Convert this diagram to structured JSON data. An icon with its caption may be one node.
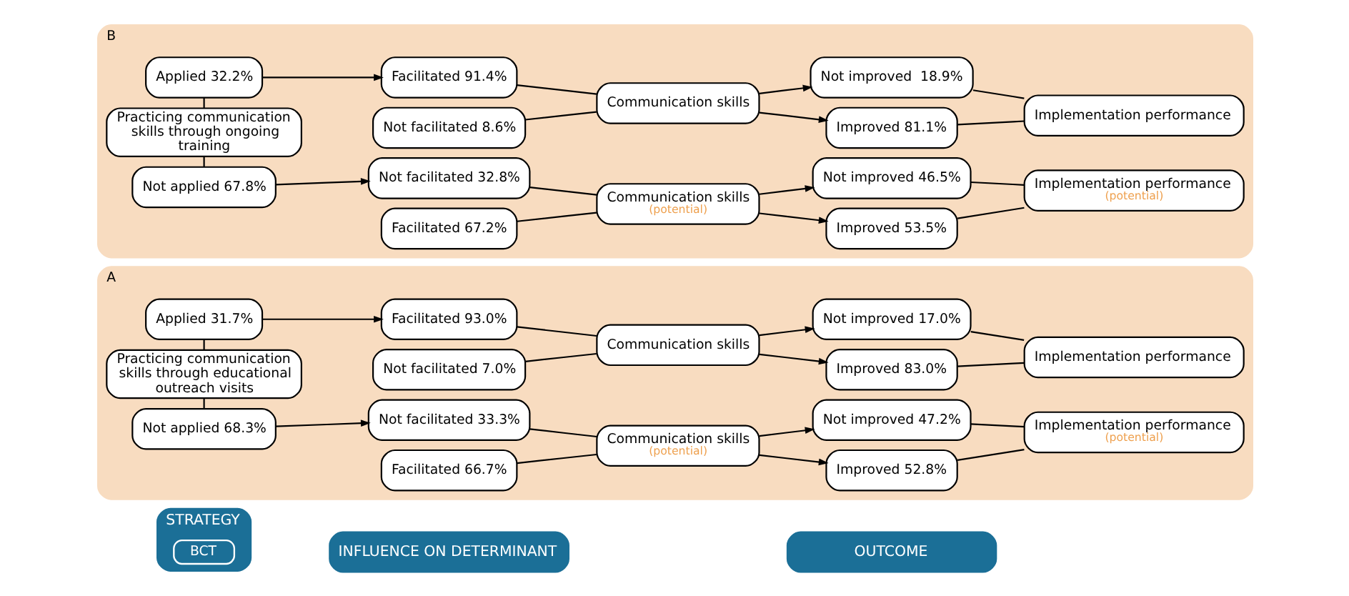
{
  "diagram": {
    "nodes": [
      {
        "text": [
          "STRATEGY"
        ]
      },
      {
        "text": [
          "BCT"
        ],
        "in": 0
      },
      {
        "text": [
          "INFLUENCE ON DETERMINANT"
        ]
      },
      {
        "text": [
          "OUTCOME"
        ]
      },
      {
        "text": [
          "A"
        ]
      },
      {
        "text": [
          "Applied 31.7%"
        ],
        "in": 4
      },
      {
        "text": [
          "Practicing communication skills through educational outreach visits"
        ],
        "in": 4
      },
      {
        "text": [
          "Not applied 68.3%"
        ],
        "in": 4
      },
      {
        "text": [
          "Facilitated 93.0%"
        ],
        "in": 4
      },
      {
        "text": [
          "Not facilitated 7.0%"
        ],
        "in": 4
      },
      {
        "text": [
          "Communication skills"
        ],
        "in": 4
      },
      {
        "text": [
          "Facilitated 66.7%"
        ],
        "in": 4
      },
      {
        "text": [
          "Not facilitated 33.3%"
        ],
        "in": 4
      },
      {
        "text": [
          "Communication skills",
          "(potential)"
        ],
        "in": 4
      },
      {
        "text": [
          "Improved 83.0%"
        ],
        "in": 4
      },
      {
        "text": [
          "Not improved 17.0%"
        ],
        "in": 4
      },
      {
        "text": [
          "Implementation performance"
        ],
        "in": 4
      },
      {
        "text": [
          "Improved 52.8%"
        ],
        "in": 4
      },
      {
        "text": [
          "Not improved 47.2%"
        ],
        "in": 4
      },
      {
        "text": [
          "Implementation performance",
          "(potential)"
        ],
        "in": 4
      },
      {
        "text": [
          "B"
        ]
      },
      {
        "text": [
          "Applied 32.2%"
        ],
        "in": 20
      },
      {
        "text": [
          "Practicing communication skills through ongoing training"
        ],
        "in": 20
      },
      {
        "text": [
          "Not applied 67.8%"
        ],
        "in": 20
      },
      {
        "text": [
          "Facilitated 91.4%"
        ],
        "in": 20
      },
      {
        "text": [
          "Not facilitated 8.6%"
        ],
        "in": 20
      },
      {
        "text": [
          "Communication skills"
        ],
        "in": 20
      },
      {
        "text": [
          "Facilitated 67.2%"
        ],
        "in": 20
      },
      {
        "text": [
          "Not facilitated 32.8%"
        ],
        "in": 20
      },
      {
        "text": [
          "Communication skills",
          "(potential)"
        ],
        "in": 20
      },
      {
        "text": [
          "Improved 81.1%"
        ],
        "in": 20
      },
      {
        "text": [
          "Not improved  18.9%"
        ],
        "in": 20
      },
      {
        "text": [
          "Implementation performance"
        ],
        "in": 20
      },
      {
        "text": [
          "Improved 53.5%"
        ],
        "in": 20
      },
      {
        "text": [
          "Not improved 46.5%"
        ],
        "in": 20
      },
      {
        "text": [
          "Implementation performance",
          "(potential)"
        ],
        "in": 20
      }
    ],
    "edges": [
      {
        "from": 5,
        "to": 6,
        "arrow": "none"
      },
      {
        "from": 6,
        "to": 7,
        "arrow": "none"
      },
      {
        "from": 5,
        "to": 8,
        "arrow": "to"
      },
      {
        "from": 7,
        "to": 12,
        "arrow": "to"
      },
      {
        "from": 8,
        "to": 10,
        "arrow": "none"
      },
      {
        "from": 9,
        "to": 10,
        "arrow": "none"
      },
      {
        "from": 11,
        "to": 13,
        "arrow": "none"
      },
      {
        "from": 12,
        "to": 13,
        "arrow": "none"
      },
      {
        "from": 10,
        "to": 14,
        "arrow": "to"
      },
      {
        "from": 10,
        "to": 15,
        "arrow": "to"
      },
      {
        "from": 14,
        "to": 16,
        "arrow": "none"
      },
      {
        "from": 15,
        "to": 16,
        "arrow": "none"
      },
      {
        "from": 13,
        "to": 17,
        "arrow": "to"
      },
      {
        "from": 13,
        "to": 18,
        "arrow": "to"
      },
      {
        "from": 17,
        "to": 19,
        "arrow": "none"
      },
      {
        "from": 18,
        "to": 19,
        "arrow": "none"
      },
      {
        "from": 21,
        "to": 22,
        "arrow": "none"
      },
      {
        "from": 22,
        "to": 23,
        "arrow": "none"
      },
      {
        "from": 21,
        "to": 24,
        "arrow": "to"
      },
      {
        "from": 23,
        "to": 28,
        "arrow": "to"
      },
      {
        "from": 24,
        "to": 26,
        "arrow": "none"
      },
      {
        "from": 25,
        "to": 26,
        "arrow": "none"
      },
      {
        "from": 27,
        "to": 29,
        "arrow": "none"
      },
      {
        "from": 28,
        "to": 29,
        "arrow": "none"
      },
      {
        "from": 26,
        "to": 30,
        "arrow": "to"
      },
      {
        "from": 26,
        "to": 31,
        "arrow": "to"
      },
      {
        "from": 30,
        "to": 32,
        "arrow": "none"
      },
      {
        "from": 31,
        "to": 32,
        "arrow": "none"
      },
      {
        "from": 29,
        "to": 33,
        "arrow": "to"
      },
      {
        "from": 29,
        "to": 34,
        "arrow": "to"
      },
      {
        "from": 33,
        "to": 35,
        "arrow": "none"
      },
      {
        "from": 34,
        "to": 35,
        "arrow": "none"
      }
    ]
  }
}
